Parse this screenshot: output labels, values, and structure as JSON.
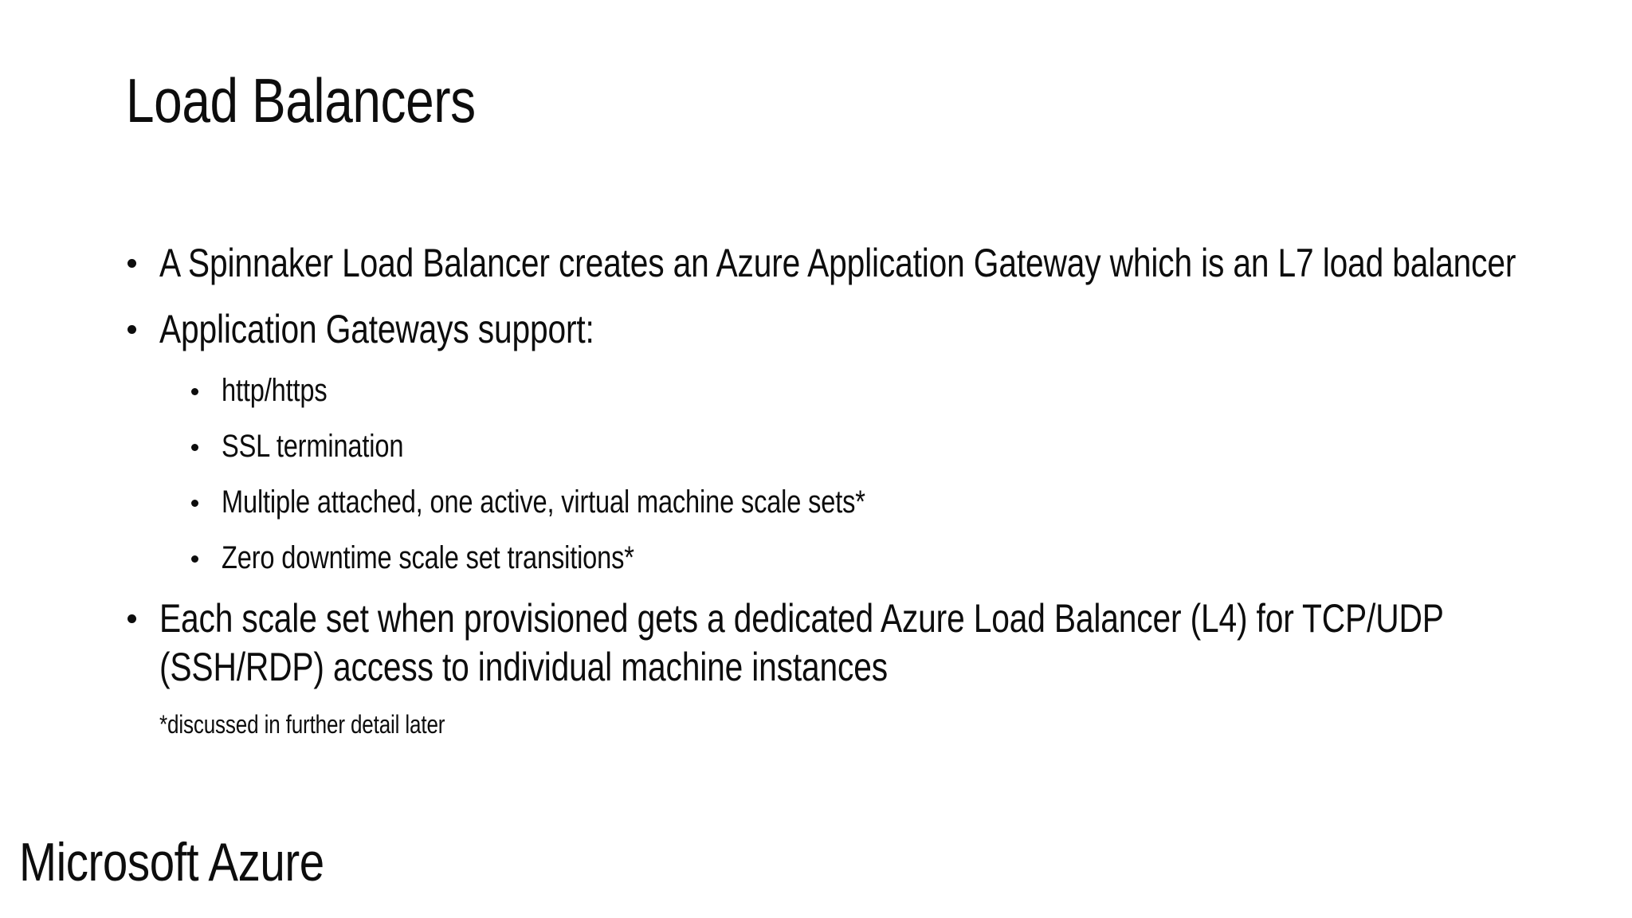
{
  "slide": {
    "title": "Load Balancers",
    "background_color": "#ffffff",
    "text_color": "#0d0d0d",
    "bullets": [
      {
        "level": 1,
        "text": "A Spinnaker Load Balancer creates an Azure Application Gateway which is an L7 load balancer"
      },
      {
        "level": 1,
        "text": "Application Gateways support:"
      },
      {
        "level": 2,
        "text": "http/https"
      },
      {
        "level": 2,
        "text": "SSL termination"
      },
      {
        "level": 2,
        "text": "Multiple attached, one active, virtual machine scale sets*"
      },
      {
        "level": 2,
        "text": "Zero downtime scale set transitions*"
      },
      {
        "level": 1,
        "text": "Each scale set when provisioned gets a dedicated Azure Load Balancer (L4) for TCP/UDP (SSH/RDP) access to individual machine instances"
      }
    ],
    "footnote": "*discussed in further detail later",
    "brand": "Microsoft Azure"
  }
}
